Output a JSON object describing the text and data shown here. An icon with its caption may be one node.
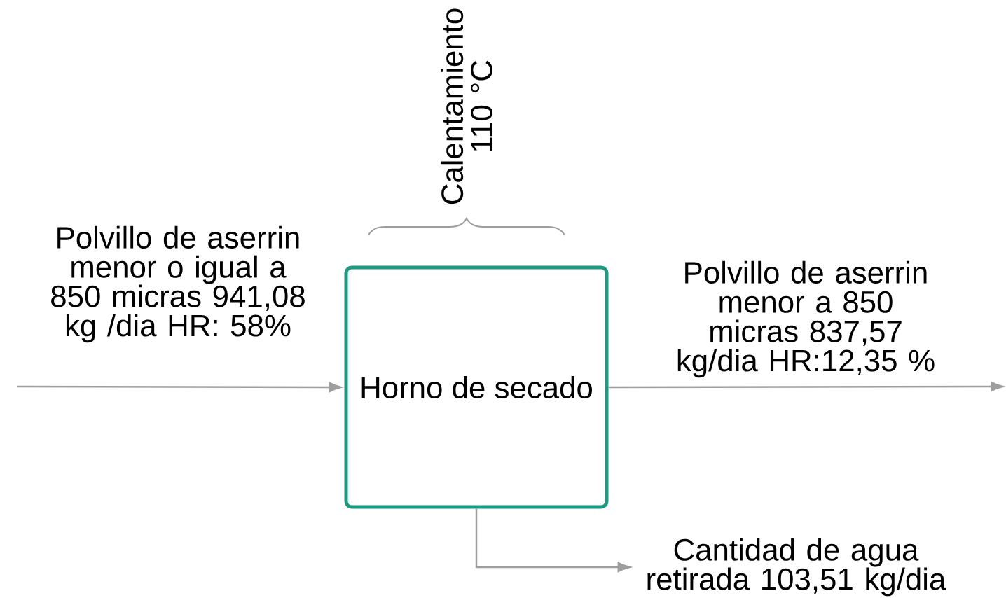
{
  "diagram": {
    "nodes": [
      {
        "text": [
          "Horno de secado"
        ]
      },
      {
        "text": [
          "Cantidad de agua retirada 103,51 kg/dia"
        ]
      }
    ],
    "edges": [
      {
        "from": null,
        "to": 0,
        "arrow": "to",
        "label": "Polvillo de aserrin menor o igual a 850 micras 941,08 kg /dia HR: 58%"
      },
      {
        "from": 0,
        "to": null,
        "arrow": "to",
        "label": "Polvillo de aserrin menor a 850 micras 837,57 kg/dia HR:12,35 %"
      },
      {
        "from": 0,
        "to": 1,
        "arrow": "to"
      }
    ],
    "labels": [
      "Calentamiento 110 °C"
    ]
  }
}
